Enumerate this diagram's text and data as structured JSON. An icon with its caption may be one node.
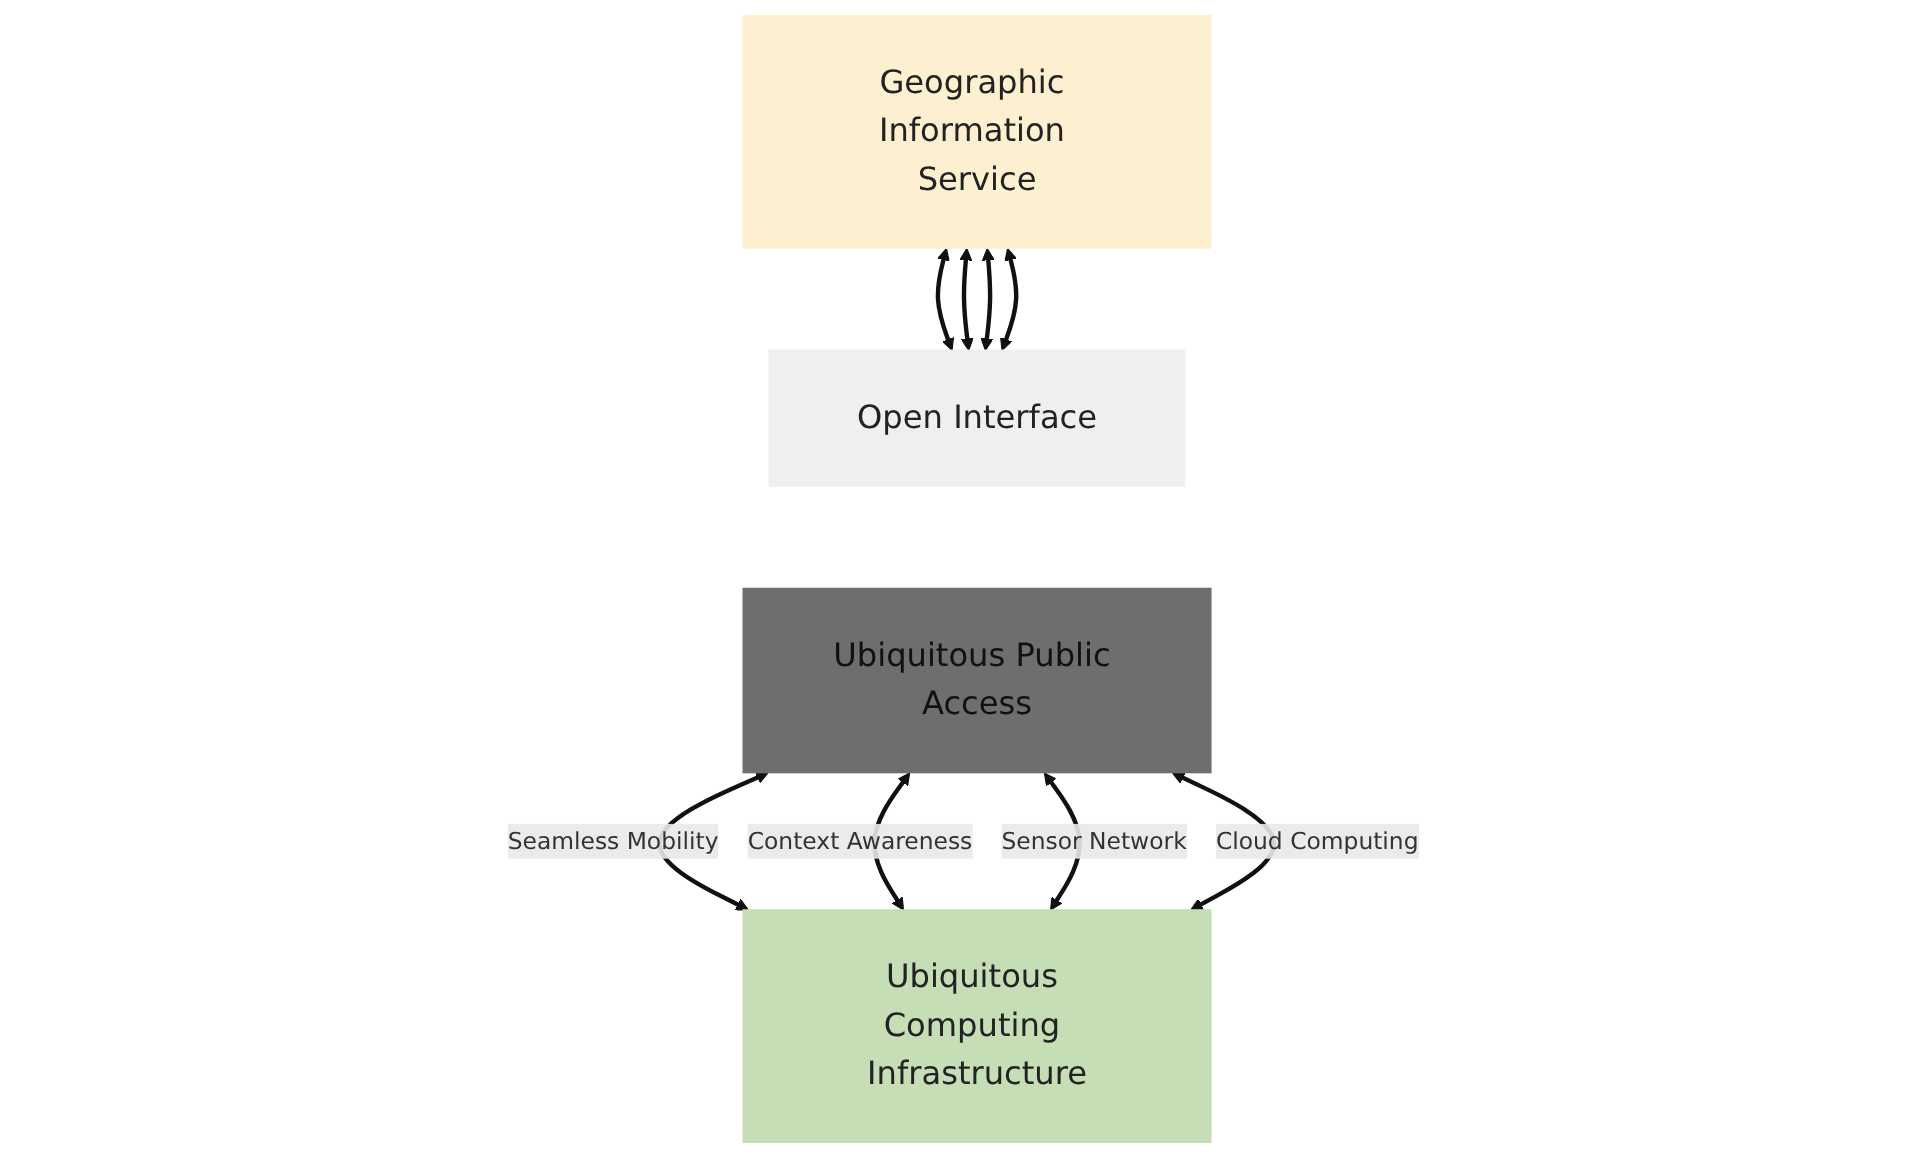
{
  "diagram": {
    "nodes": [
      {
        "text": [
          "Geographic Information Service"
        ]
      },
      {
        "text": [
          "Open Interface"
        ]
      },
      {
        "text": [
          "Ubiquitous Public Access"
        ]
      },
      {
        "text": [
          "Ubiquitous Computing Infrastructure"
        ]
      }
    ],
    "edges": [
      {
        "from": 0,
        "to": 1,
        "arrow": "both"
      },
      {
        "from": 0,
        "to": 1,
        "arrow": "both"
      },
      {
        "from": 0,
        "to": 1,
        "arrow": "both"
      },
      {
        "from": 0,
        "to": 1,
        "arrow": "both"
      },
      {
        "from": 2,
        "to": 3,
        "arrow": "both",
        "label": "Seamless Mobility"
      },
      {
        "from": 2,
        "to": 3,
        "arrow": "both",
        "label": "Context Awareness"
      },
      {
        "from": 2,
        "to": 3,
        "arrow": "both",
        "label": "Sensor Network"
      },
      {
        "from": 2,
        "to": 3,
        "arrow": "both",
        "label": "Cloud Computing"
      }
    ]
  }
}
